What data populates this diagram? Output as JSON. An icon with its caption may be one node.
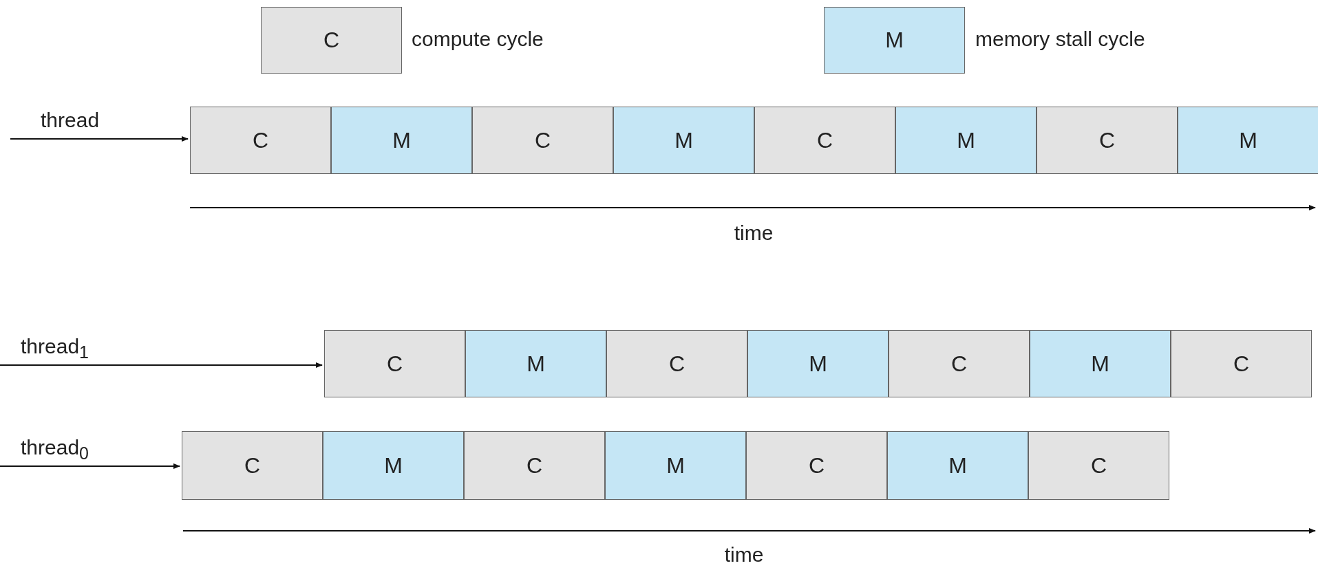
{
  "diagram": {
    "nodes": [
      {
        "text": [
          "thread"
        ]
      },
      {
        "text": [
          "C"
        ]
      },
      {
        "text": [
          "M"
        ]
      },
      {
        "text": [
          "C"
        ]
      },
      {
        "text": [
          "M"
        ]
      },
      {
        "text": [
          "C"
        ]
      },
      {
        "text": [
          "M"
        ]
      },
      {
        "text": [
          "C"
        ]
      },
      {
        "text": [
          "M"
        ]
      },
      {
        "text": [
          "thread$_{1}$"
        ]
      },
      {
        "text": [
          "C"
        ]
      },
      {
        "text": [
          "M"
        ]
      },
      {
        "text": [
          "C"
        ]
      },
      {
        "text": [
          "M"
        ]
      },
      {
        "text": [
          "C"
        ]
      },
      {
        "text": [
          "M"
        ]
      },
      {
        "text": [
          "C"
        ]
      },
      {
        "text": [
          "thread$_{0}$"
        ]
      },
      {
        "text": [
          "C"
        ]
      },
      {
        "text": [
          "M"
        ]
      },
      {
        "text": [
          "C"
        ]
      },
      {
        "text": [
          "M"
        ]
      },
      {
        "text": [
          "C"
        ]
      },
      {
        "text": [
          "M"
        ]
      },
      {
        "text": [
          "C"
        ]
      }
    ],
    "edges": [
      {
        "from": 0,
        "to": 1,
        "arrow": "to"
      },
      {
        "from": 9,
        "to": 10,
        "arrow": "to"
      },
      {
        "from": 17,
        "to": 18,
        "arrow": "to"
      }
    ],
    "labels": [
      "C",
      "M",
      "time",
      "time"
    ],
    "legend": [
      {
        "text": "compute cycle",
        "color": "#e3e3e3"
      },
      {
        "text": "memory stall cycle",
        "color": "#c5e6f5"
      }
    ]
  }
}
